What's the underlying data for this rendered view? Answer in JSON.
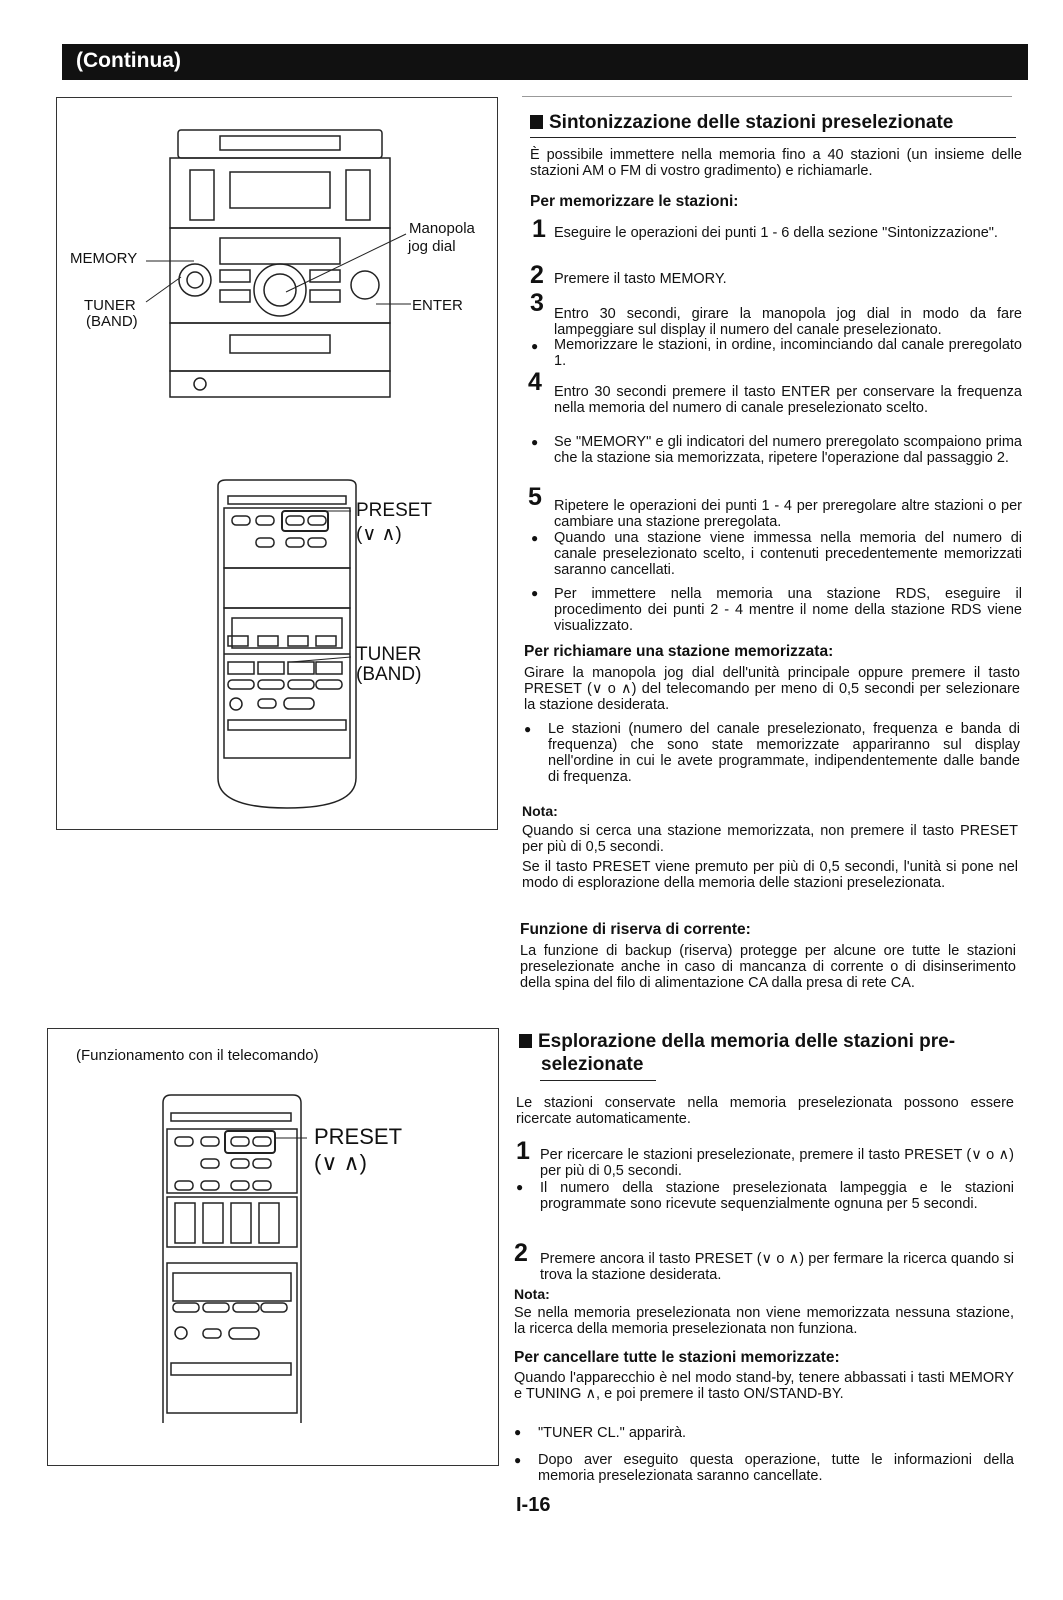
{
  "header": {
    "title": "(Continua)"
  },
  "figure1": {
    "labels": {
      "memory": "MEMORY",
      "tuner": "TUNER",
      "band": "(BAND)",
      "manopola": "Manopola",
      "jog_dial": "jog dial",
      "enter": "ENTER",
      "preset": "PRESET",
      "preset_arrows": "(∨ ∧)",
      "tuner2": "TUNER",
      "band2": "(BAND)"
    }
  },
  "figure2": {
    "caption": "(Funzionamento con il telecomando)",
    "preset": "PRESET",
    "preset_arrows": "(∨ ∧)"
  },
  "section1": {
    "title": "Sintonizzazione delle stazioni preselezionate",
    "intro": "È possibile immettere nella memoria fino a 40 stazioni (un insieme delle stazioni AM o FM di vostro gradimento) e richiamarle.",
    "sub_store": "Per memorizzare le stazioni:",
    "step1_num": "1",
    "step1": "Eseguire le operazioni dei punti 1 - 6 della sezione \"Sintonizzazione\".",
    "step2_num": "2",
    "step2": "Premere il tasto MEMORY.",
    "step3_num": "3",
    "step3": "Entro 30 secondi, girare la manopola jog dial in modo da fare lampeggiare sul display il numero del canale preselezionato.",
    "step3_b1": "Memorizzare le stazioni, in ordine, incominciando dal canale preregolato 1.",
    "step4_num": "4",
    "step4": "Entro 30 secondi premere il tasto ENTER per conservare la frequenza nella memoria del numero di canale preselezionato scelto.",
    "step4_b1": "Se \"MEMORY\" e gli indicatori del numero preregolato scompaiono prima che la stazione sia memorizzata, ripetere l'operazione dal passaggio 2.",
    "step5_num": "5",
    "step5": "Ripetere le operazioni dei punti 1 - 4 per preregolare altre stazioni o per cambiare una stazione preregolata.",
    "step5_b1": "Quando una stazione viene immessa nella memoria del numero di canale preselezionato scelto, i contenuti precedentemente memorizzati saranno cancellati.",
    "step5_b2": "Per immettere nella memoria una stazione RDS, eseguire il procedimento dei punti 2 - 4 mentre il nome della stazione RDS viene visualizzato.",
    "sub_recall": "Per richiamare una stazione memorizzata:",
    "recall": "Girare la manopola jog dial dell'unità principale oppure premere il tasto PRESET (∨ o ∧) del telecomando per meno di 0,5 secondi per selezionare la stazione desiderata.",
    "recall_b1": "Le stazioni (numero del canale preselezionato, frequenza e banda di frequenza) che sono state memorizzate appariranno sul display nell'ordine in cui le avete programmate, indipendentemente dalle bande di frequenza.",
    "nota_label": "Nota:",
    "nota1": "Quando si cerca una stazione memorizzata, non premere il tasto PRESET per più di 0,5 secondi.",
    "nota2": "Se il tasto PRESET viene premuto per più di 0,5 secondi, l'unità si pone nel modo di esplorazione della memoria delle stazioni preselezionata.",
    "sub_backup": "Funzione di riserva di corrente:",
    "backup": "La funzione di backup (riserva) protegge per alcune ore tutte le stazioni preselezionate anche in caso di mancanza di corrente o di disinserimento della spina del filo di alimentazione CA dalla presa di rete CA."
  },
  "section2": {
    "title_line1": "Esplorazione della memoria delle stazioni pre-",
    "title_line2": "selezionate",
    "intro": "Le stazioni conservate nella memoria preselezionata possono essere ricercate automaticamente.",
    "step1_num": "1",
    "step1": "Per ricercare le stazioni preselezionate, premere il tasto PRESET (∨ o ∧) per più di 0,5 secondi.",
    "step1_b1": "Il numero della stazione preselezionata lampeggia e le stazioni programmate sono ricevute sequenzialmente ognuna per 5 secondi.",
    "step2_num": "2",
    "step2": "Premere ancora il tasto PRESET (∨ o ∧) per fermare la ricerca quando si trova la stazione desiderata.",
    "nota_label": "Nota:",
    "nota": "Se nella memoria preselezionata non viene memorizzata nessuna stazione, la ricerca della memoria preselezionata non funziona.",
    "sub_clear": "Per cancellare tutte le stazioni memorizzate:",
    "clear": "Quando l'apparecchio è nel modo stand-by, tenere abbassati i tasti MEMORY e TUNING ∧, e poi premere il tasto ON/STAND-BY.",
    "clear_b1": "\"TUNER CL.\" apparirà.",
    "clear_b2": "Dopo aver eseguito questa operazione, tutte le informazioni della memoria preselezionata saranno cancellate."
  },
  "footer": {
    "page": "I-16"
  }
}
